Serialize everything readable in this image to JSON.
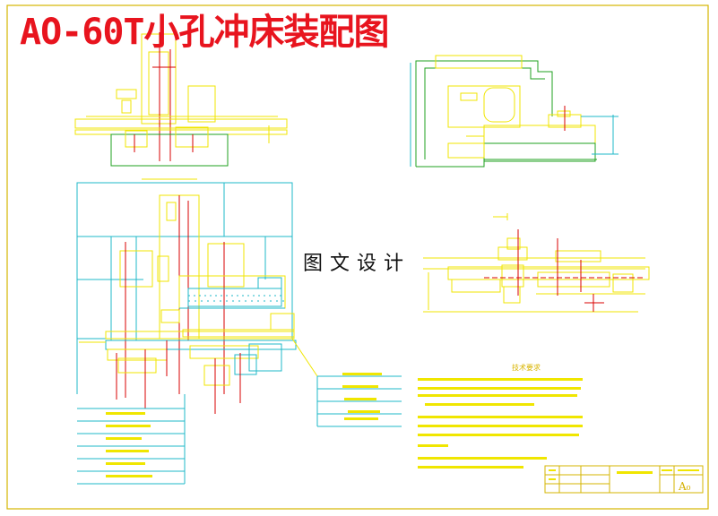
{
  "drawing": {
    "title": "AO-60T小孔冲床装配图",
    "watermark": "图文设计",
    "requirements_title": "技术要求",
    "sheet_mark": "A₀"
  },
  "colors": {
    "frame": "#d4b600",
    "cyan": "#1fb8c8",
    "green": "#1fa01f",
    "yellow": "#f0e600",
    "red": "#d80000",
    "title": "#e8141e"
  }
}
